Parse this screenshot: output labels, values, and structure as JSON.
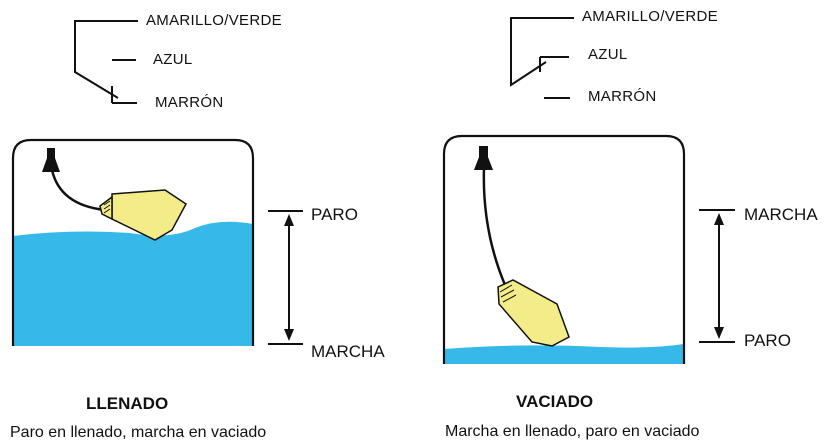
{
  "left": {
    "wires": {
      "yellow_green": "AMARILLO/VERDE",
      "blue": "AZUL",
      "brown": "MARRÓN"
    },
    "levels": {
      "top": "PARO",
      "bottom": "MARCHA"
    },
    "title": "LLENADO",
    "caption": "Paro en llenado, marcha en vaciado"
  },
  "right": {
    "wires": {
      "yellow_green": "AMARILLO/VERDE",
      "blue": "AZUL",
      "brown": "MARRÓN"
    },
    "levels": {
      "top": "MARCHA",
      "bottom": "PARO"
    },
    "title": "VACIADO",
    "caption": "Marcha en llenado, paro en vaciado"
  },
  "colors": {
    "water": "#36b9e8",
    "float": "#f3ec88",
    "line": "#111111"
  }
}
